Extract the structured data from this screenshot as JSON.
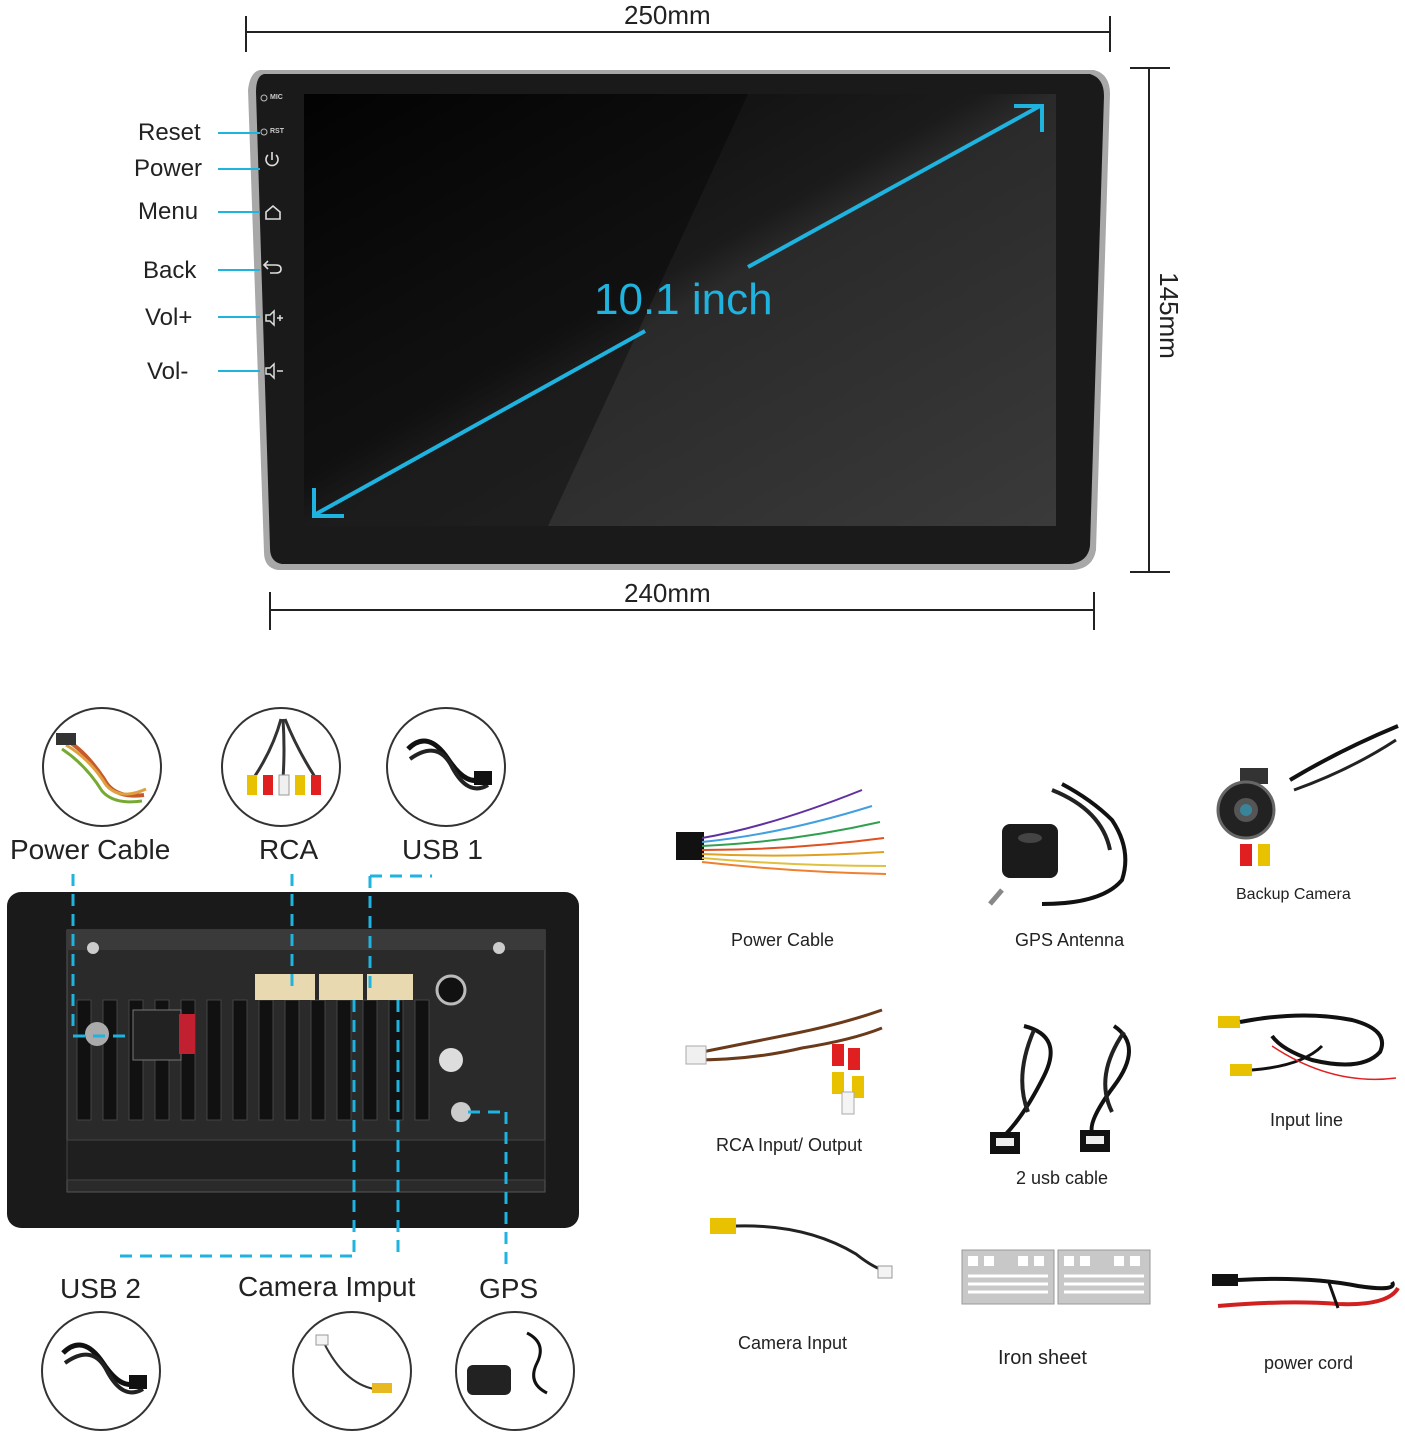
{
  "dimensions": {
    "top_width": "250mm",
    "bottom_width": "240mm",
    "height": "145mm",
    "diagonal": "10.1 inch"
  },
  "device": {
    "small_labels": {
      "mic": "MIC",
      "rst": "RST"
    },
    "buttons": [
      {
        "label": "Reset",
        "icon": "reset-pin-icon"
      },
      {
        "label": "Power",
        "icon": "power-icon"
      },
      {
        "label": "Menu",
        "icon": "home-icon"
      },
      {
        "label": "Back",
        "icon": "back-arrow-icon"
      },
      {
        "label": "Vol+",
        "icon": "volume-up-icon"
      },
      {
        "label": "Vol-",
        "icon": "volume-down-icon"
      }
    ]
  },
  "ports": {
    "top": [
      "Power Cable",
      "RCA",
      "USB 1"
    ],
    "bottom": [
      "USB 2",
      "Camera Imput",
      "GPS"
    ]
  },
  "accessories": {
    "items": [
      "Power Cable",
      "GPS Antenna",
      "Backup Camera",
      "RCA Input/ Output",
      "2 usb cable",
      "Input line",
      "Camera Input",
      "Iron sheet",
      "power cord"
    ]
  },
  "colors": {
    "accent": "#1fb3e0",
    "screen": "#111111",
    "bezel": "#9a9a9a",
    "chassis": "#1a1a1a"
  }
}
